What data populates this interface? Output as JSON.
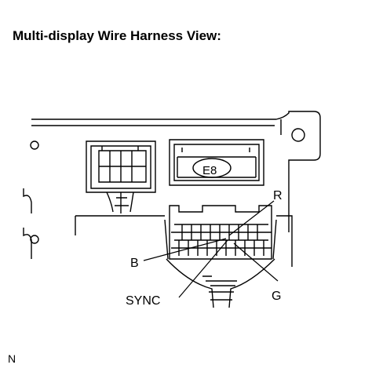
{
  "title": "Multi-display Wire Harness View:",
  "connector_label": "E8",
  "wire_labels": {
    "r": "R",
    "b": "B",
    "sync": "SYNC",
    "g": "G"
  },
  "figure_code": "N"
}
